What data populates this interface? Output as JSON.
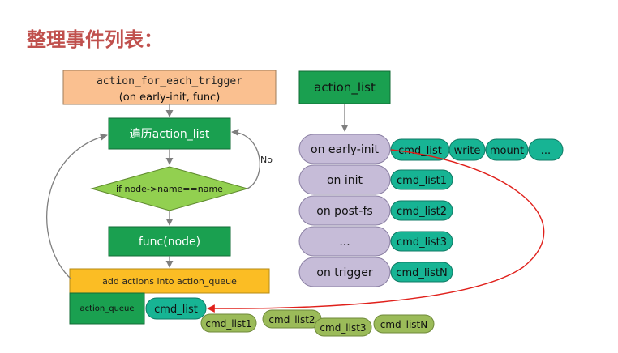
{
  "slide_title": "整理事件列表：",
  "trigger_box": {
    "line1": "action_for_each_trigger",
    "line2": "(on early-init, func)"
  },
  "traverse_box": "遍历action_list",
  "decision": "if node->name==name",
  "no_label": "No",
  "func_box": "func(node)",
  "add_actions_box": "add actions into action_queue",
  "action_queue_label": "action_queue",
  "action_queue_cmd": "cmd_list",
  "action_list_header": "action_list",
  "action_nodes": [
    "on early-init",
    "on init",
    "on post-fs",
    "...",
    "on trigger"
  ],
  "node_cmd_lists": [
    "cmd_list",
    "cmd_list1",
    "cmd_list2",
    "cmd_list3",
    "cmd_listN"
  ],
  "early_init_extra": [
    "write",
    "mount",
    "..."
  ],
  "queue_items": [
    "cmd_list1",
    "cmd_list2",
    "cmd_list3",
    "cmd_listN"
  ],
  "colors": {
    "title": "#c0504d",
    "trigger_fill": "#fac090",
    "green_box": "#1aa050",
    "decision_fill": "#92d050",
    "add_fill": "#fbbd24",
    "node_fill": "#c6bcd8",
    "cmd_fill": "#17b494",
    "queue_fill": "#9bbb59",
    "red_arrow": "#e0201b"
  }
}
